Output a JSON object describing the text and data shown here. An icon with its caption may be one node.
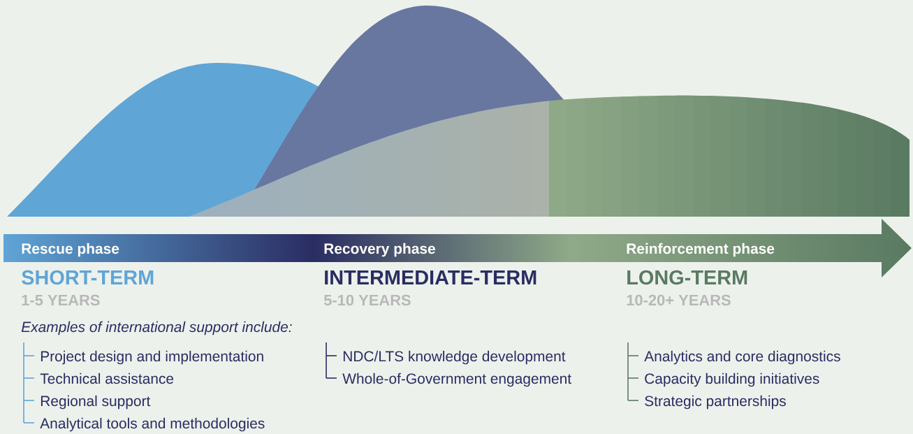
{
  "diagram": {
    "labels": [
      "Rescue phase",
      "Recovery phase",
      "Reinforcement phase",
      "SHORT-TERM",
      "INTERMEDIATE-TERM",
      "LONG-TERM",
      "1-5 YEARS",
      "5-10 YEARS",
      "10-20+ YEARS",
      "Examples of international support include:",
      "Project design and implementation",
      "NDC/LTS knowledge development",
      "Analytics and core diagnostics",
      "Technical assistance",
      "Whole-of-Government engagement",
      "Capacity building initiatives",
      "Regional support",
      "Strategic partnerships",
      "Analytical tools and methodologies"
    ]
  }
}
